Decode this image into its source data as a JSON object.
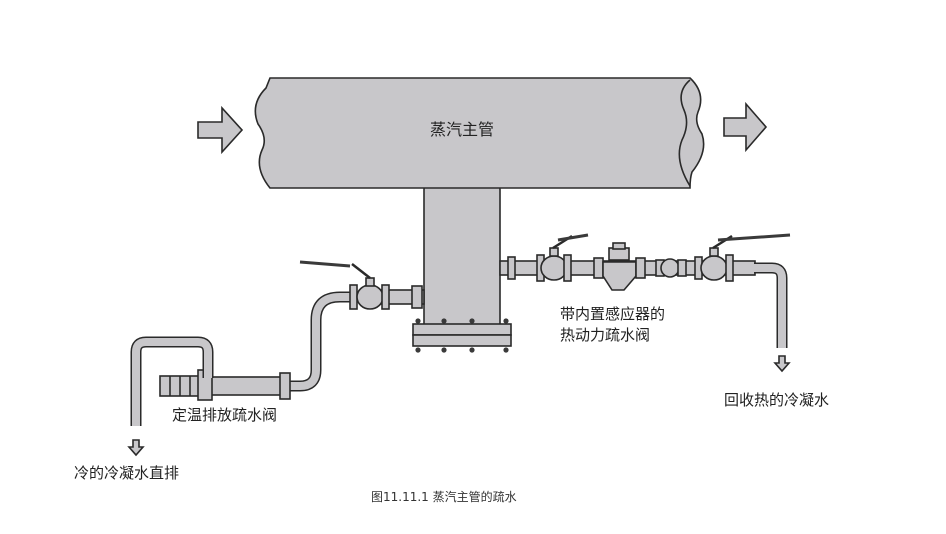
{
  "labels": {
    "main_pipe": "蒸汽主管",
    "valve_line1": "带内置感应器的",
    "valve_line2": "热动力疏水阀",
    "thermostatic_trap": "定温排放疏水阀",
    "recovered_condensate": "回收热的冷凝水",
    "cold_condensate": "冷的冷凝水直排",
    "caption": "图11.11.1 蒸汽主管的疏水"
  },
  "colors": {
    "pipe_fill": "#c8c7ca",
    "outline": "#2a2a2a",
    "background": "#ffffff",
    "handle": "#3a3a3a"
  },
  "icons": {
    "flow_in": "arrow-right-icon",
    "flow_out": "arrow-right-icon",
    "drain_down": "arrow-down-icon"
  }
}
